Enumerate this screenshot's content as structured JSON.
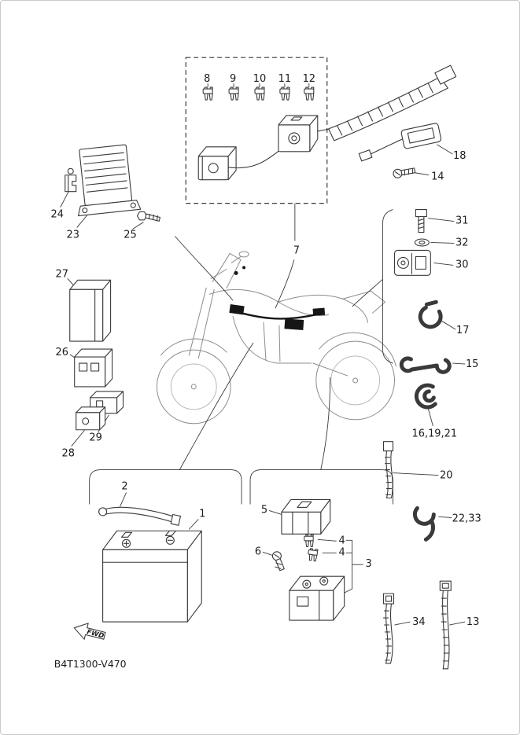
{
  "diagram": {
    "code": "B4T1300-V470",
    "fwd_label": "FWD",
    "labels": {
      "l1": "1",
      "l2": "2",
      "l3": "3",
      "l4": "4",
      "l5": "5",
      "l6": "6",
      "l7": "7",
      "l8": "8",
      "l9": "9",
      "l10": "10",
      "l11": "11",
      "l12": "12",
      "l13": "13",
      "l14": "14",
      "l15": "15",
      "l16_19_21": "16,19,21",
      "l17": "17",
      "l18": "18",
      "l20": "20",
      "l22_33": "22,33",
      "l23": "23",
      "l24": "24",
      "l25": "25",
      "l26": "26",
      "l27": "27",
      "l28": "28",
      "l29": "29",
      "l30": "30",
      "l31": "31",
      "l32": "32",
      "l34": "34"
    }
  }
}
